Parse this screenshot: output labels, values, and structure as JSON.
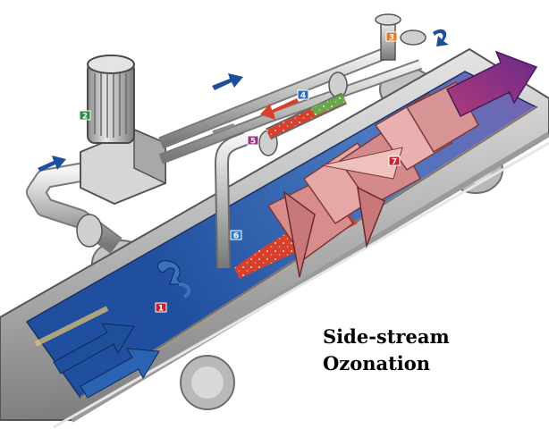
{
  "caption": {
    "line1": "Side-stream",
    "line2": "Ozonation"
  },
  "markers": [
    {
      "label": "1",
      "color": "#c8202e"
    },
    {
      "label": "2",
      "color": "#2c8a3c"
    },
    {
      "label": "3",
      "color": "#e0782a"
    },
    {
      "label": "4",
      "color": "#2a6ec0"
    },
    {
      "label": "5",
      "color": "#a0307e"
    },
    {
      "label": "6",
      "color": "#2a7ec8"
    },
    {
      "label": "7",
      "color": "#c8202e"
    }
  ],
  "colors": {
    "pipe_metal": "#c9c9c9",
    "water_blue": "#2f5fa8",
    "flow_arrow": "#1e4f9a",
    "red_flow": "#d8402c",
    "purple_outflow": "#7a2f8a",
    "mixer_pink": "#e0a2a0"
  }
}
